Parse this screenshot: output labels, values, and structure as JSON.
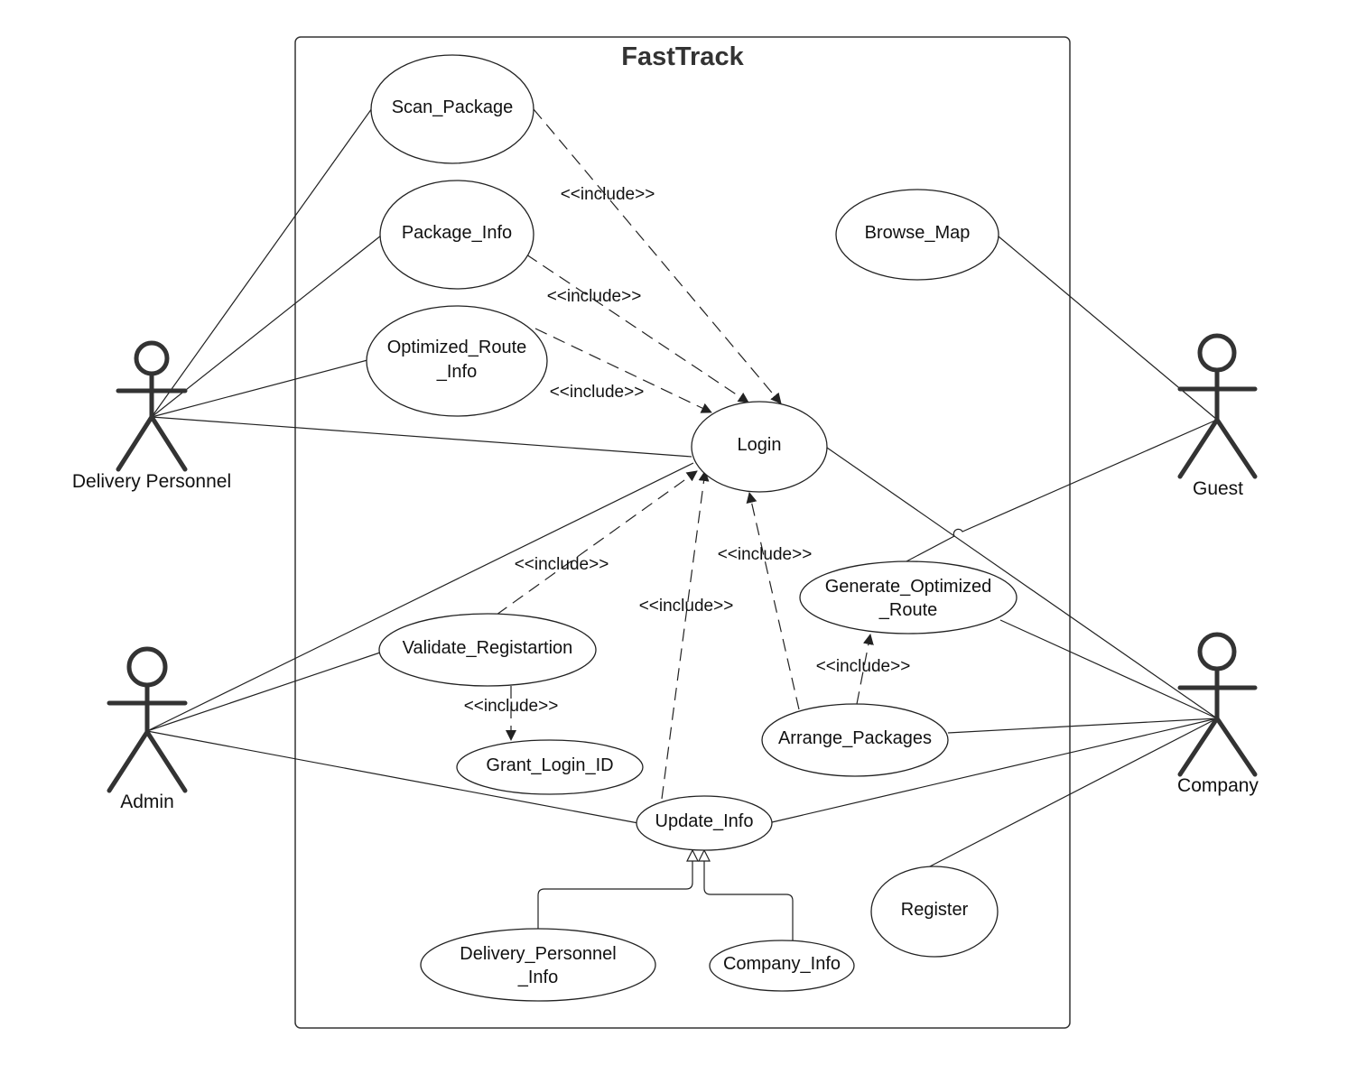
{
  "system": {
    "title": "FastTrack"
  },
  "actors": {
    "delivery_personnel": "Delivery Personnel",
    "admin": "Admin",
    "guest": "Guest",
    "company": "Company"
  },
  "use_cases": {
    "scan_package": [
      "Scan_Package"
    ],
    "package_info": [
      "Package_Info"
    ],
    "optimized_route_info": [
      "Optimized_Route",
      "_Info"
    ],
    "login": [
      "Login"
    ],
    "browse_map": [
      "Browse_Map"
    ],
    "generate_optimized_route": [
      "Generate_Optimized",
      "_Route"
    ],
    "validate_registration": [
      "Validate_Registartion"
    ],
    "grant_login_id": [
      "Grant_Login_ID"
    ],
    "arrange_packages": [
      "Arrange_Packages"
    ],
    "update_info": [
      "Update_Info"
    ],
    "register": [
      "Register"
    ],
    "delivery_personnel_info": [
      "Delivery_Personnel",
      "_Info"
    ],
    "company_info": [
      "Company_Info"
    ]
  },
  "relations": {
    "include_label": "<<include>>",
    "includes": [
      {
        "from": "scan_package",
        "to": "login"
      },
      {
        "from": "package_info",
        "to": "login"
      },
      {
        "from": "optimized_route_info",
        "to": "login"
      },
      {
        "from": "validate_registration",
        "to": "login"
      },
      {
        "from": "update_info",
        "to": "login"
      },
      {
        "from": "arrange_packages",
        "to": "login"
      },
      {
        "from": "validate_registration",
        "to": "grant_login_id"
      },
      {
        "from": "arrange_packages",
        "to": "generate_optimized_route"
      }
    ],
    "generalizations": [
      {
        "child": "delivery_personnel_info",
        "parent": "update_info"
      },
      {
        "child": "company_info",
        "parent": "update_info"
      }
    ],
    "associations": [
      {
        "actor": "delivery_personnel",
        "use_case": "scan_package"
      },
      {
        "actor": "delivery_personnel",
        "use_case": "package_info"
      },
      {
        "actor": "delivery_personnel",
        "use_case": "optimized_route_info"
      },
      {
        "actor": "delivery_personnel",
        "use_case": "login"
      },
      {
        "actor": "admin",
        "use_case": "login"
      },
      {
        "actor": "admin",
        "use_case": "validate_registration"
      },
      {
        "actor": "admin",
        "use_case": "update_info"
      },
      {
        "actor": "guest",
        "use_case": "browse_map"
      },
      {
        "actor": "guest",
        "use_case": "generate_optimized_route"
      },
      {
        "actor": "company",
        "use_case": "login"
      },
      {
        "actor": "company",
        "use_case": "generate_optimized_route"
      },
      {
        "actor": "company",
        "use_case": "arrange_packages"
      },
      {
        "actor": "company",
        "use_case": "update_info"
      },
      {
        "actor": "company",
        "use_case": "register"
      }
    ]
  }
}
